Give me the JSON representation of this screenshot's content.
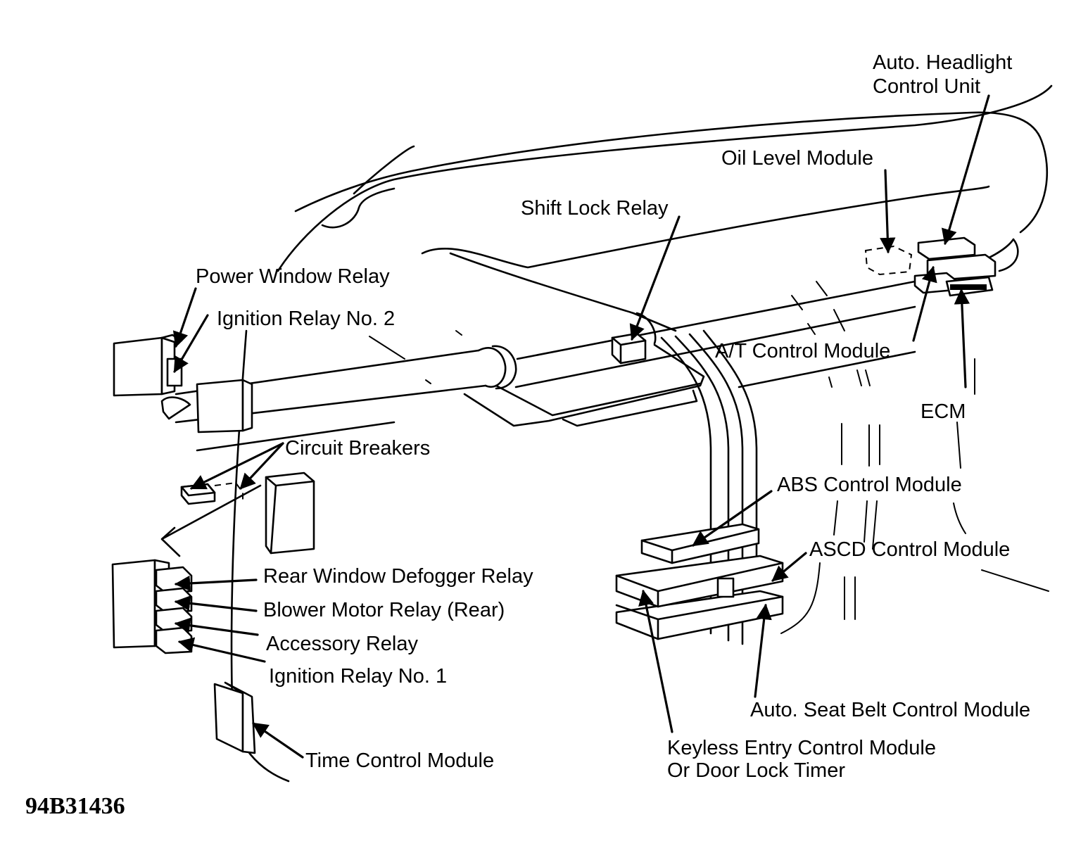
{
  "labels": {
    "auto_headlight_1": "Auto. Headlight",
    "auto_headlight_2": "Control Unit",
    "oil_level": "Oil Level Module",
    "shift_lock": "Shift Lock Relay",
    "power_window": "Power Window Relay",
    "ignition_relay_2": "Ignition Relay No. 2",
    "at_control": "A/T Control Module",
    "ecm": "ECM",
    "circuit_breakers": "Circuit Breakers",
    "abs_control": "ABS Control Module",
    "ascd_control": "ASCD Control Module",
    "rear_window_defogger": "Rear Window Defogger Relay",
    "blower_motor": "Blower Motor Relay (Rear)",
    "accessory_relay": "Accessory Relay",
    "ignition_relay_1": "Ignition Relay No. 1",
    "auto_seat_belt": "Auto. Seat Belt Control Module",
    "keyless_entry_1": "Keyless Entry Control Module",
    "keyless_entry_2": "Or Door Lock Timer",
    "time_control": "Time Control Module"
  },
  "figure_id": "94B31436"
}
